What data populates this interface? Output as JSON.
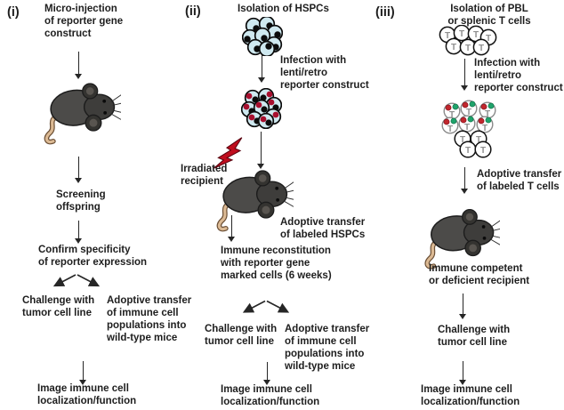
{
  "t_label": "T",
  "colors": {
    "cell_fill": "#cfe9f0",
    "nucleus_black": "#0b0b0b",
    "reporter_red": "#a80f2e",
    "label_dot_red": "#c1272d",
    "label_dot_green": "#1fa36b",
    "lightning_red": "#c00d1e",
    "mouse_gray": "#4c4b49",
    "tail_tan": "#dcba94",
    "text": "#1e1e1e"
  },
  "icons": {
    "mouse": "mouse-icon",
    "hspc_cells": "hspc-cells-icon",
    "labeled_hspc_cells": "labeled-hspc-cells-icon",
    "t_cells": "t-cells-icon",
    "labeled_t_cells": "labeled-t-cells-icon",
    "lightning": "lightning-bolt-icon",
    "arrow": "arrow-down-icon",
    "fork": "fork-arrows-icon"
  },
  "panels": [
    {
      "label": "(i)",
      "texts": {
        "microinjection": "Micro-injection\nof reporter gene\nconstruct",
        "screening": "Screening\noffspring",
        "confirm": "Confirm specificity\nof reporter expression",
        "challenge": "Challenge with\ntumor cell line",
        "adoptive_wildtype": "Adoptive transfer\nof immune cell\npopulations into\nwild-type mice",
        "image": "Image immune cell\nlocalization/function"
      }
    },
    {
      "label": "(ii)",
      "texts": {
        "isolation": "Isolation of HSPCs",
        "infection": "Infection with\nlenti/retro\nreporter construct",
        "irradiated": "Irradiated\nrecipient",
        "adoptive_hspc": "Adoptive transfer\nof labeled HSPCs",
        "reconstitution": "Immune reconstitution\nwith reporter gene\nmarked cells (6 weeks)",
        "challenge": "Challenge with\ntumor cell line",
        "adoptive_wildtype": "Adoptive transfer\nof immune cell\npopulations into\nwild-type mice",
        "image": "Image immune cell\nlocalization/function"
      }
    },
    {
      "label": "(iii)",
      "texts": {
        "isolation": "Isolation of PBL\nor splenic T cells",
        "infection": "Infection with\nlenti/retro\nreporter construct",
        "adoptive_t": "Adoptive transfer\nof labeled T cells",
        "recipient": "Immune competent\nor deficient recipient",
        "challenge": "Challenge with\ntumor cell line",
        "image": "Image immune cell\nlocalization/function"
      }
    }
  ]
}
